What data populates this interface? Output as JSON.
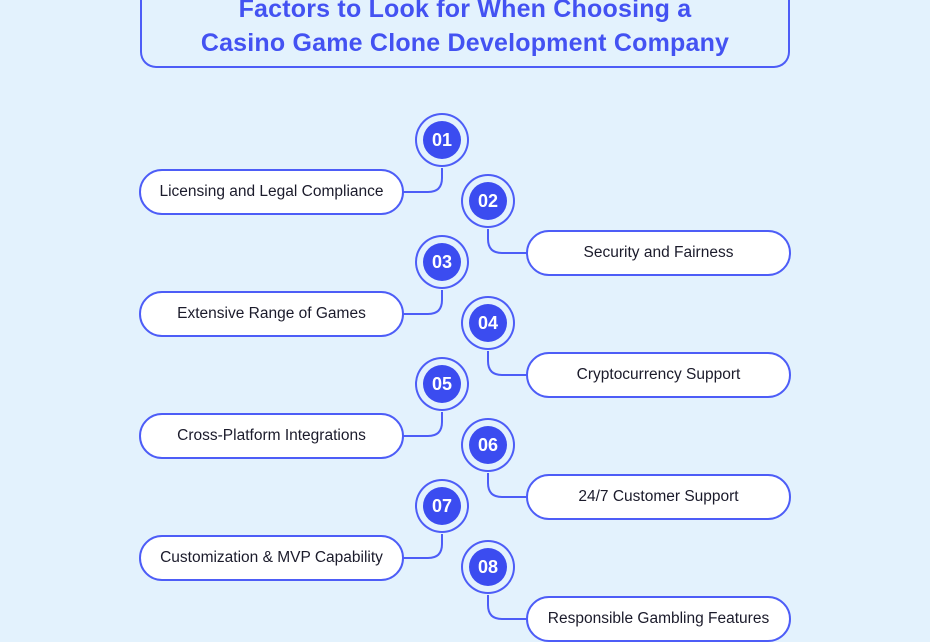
{
  "title": {
    "line1": "Factors to Look for When Choosing a",
    "line2": "Casino Game Clone Development Company"
  },
  "colors": {
    "accent": "#3b4cf0",
    "border": "#4d5df7",
    "background": "#e3f2fd",
    "pill_fill": "#ffffff"
  },
  "factors": [
    {
      "number": "01",
      "label": "Licensing and Legal Compliance"
    },
    {
      "number": "02",
      "label": "Security and Fairness"
    },
    {
      "number": "03",
      "label": "Extensive Range of Games"
    },
    {
      "number": "04",
      "label": "Cryptocurrency Support"
    },
    {
      "number": "05",
      "label": "Cross-Platform Integrations"
    },
    {
      "number": "06",
      "label": "24/7 Customer Support"
    },
    {
      "number": "07",
      "label": "Customization & MVP Capability"
    },
    {
      "number": "08",
      "label": "Responsible Gambling Features"
    }
  ]
}
